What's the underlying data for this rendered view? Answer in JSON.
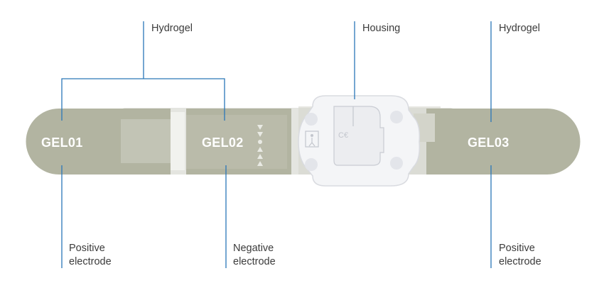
{
  "gels": {
    "gel01": "GEL01",
    "gel02": "GEL02",
    "gel03": "GEL03"
  },
  "callouts": {
    "hydrogel_left": "Hydrogel",
    "housing": "Housing",
    "hydrogel_right": "Hydrogel",
    "positive_left_line1": "Positive",
    "positive_left_line2": "electrode",
    "negative_line1": "Negative",
    "negative_line2": "electrode",
    "positive_right_line1": "Positive",
    "positive_right_line2": "electrode"
  },
  "colors": {
    "electrode": "#b3b5a2",
    "strip": "#e6e7e2",
    "housing": "#f4f5f7",
    "leader_line": "#2a77b8",
    "text": "#3b3b3b"
  }
}
